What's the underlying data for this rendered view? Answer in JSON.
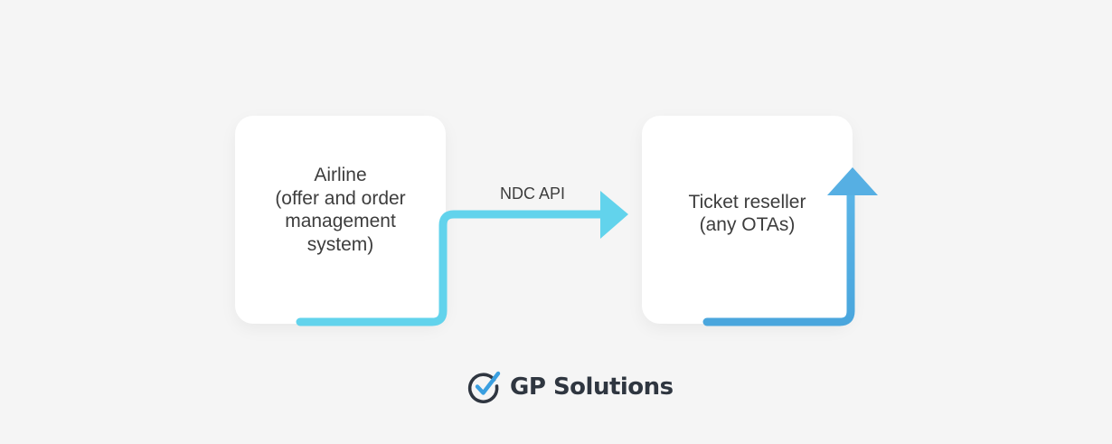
{
  "nodes": {
    "airline": {
      "label": "Airline\n(offer and order\nmanagement\nsystem)"
    },
    "reseller": {
      "label": "Ticket reseller\n(any OTAs)"
    }
  },
  "edge": {
    "label": "NDC API"
  },
  "logo": {
    "text": "GP Solutions"
  },
  "colors": {
    "background": "#f5f5f5",
    "card": "#ffffff",
    "text": "#3d3d3d",
    "arrow_light": "#62d3ec",
    "arrow_dark": "#4aa6dd",
    "logo_text": "#2f3640",
    "logo_check": "#3a9fe0"
  }
}
